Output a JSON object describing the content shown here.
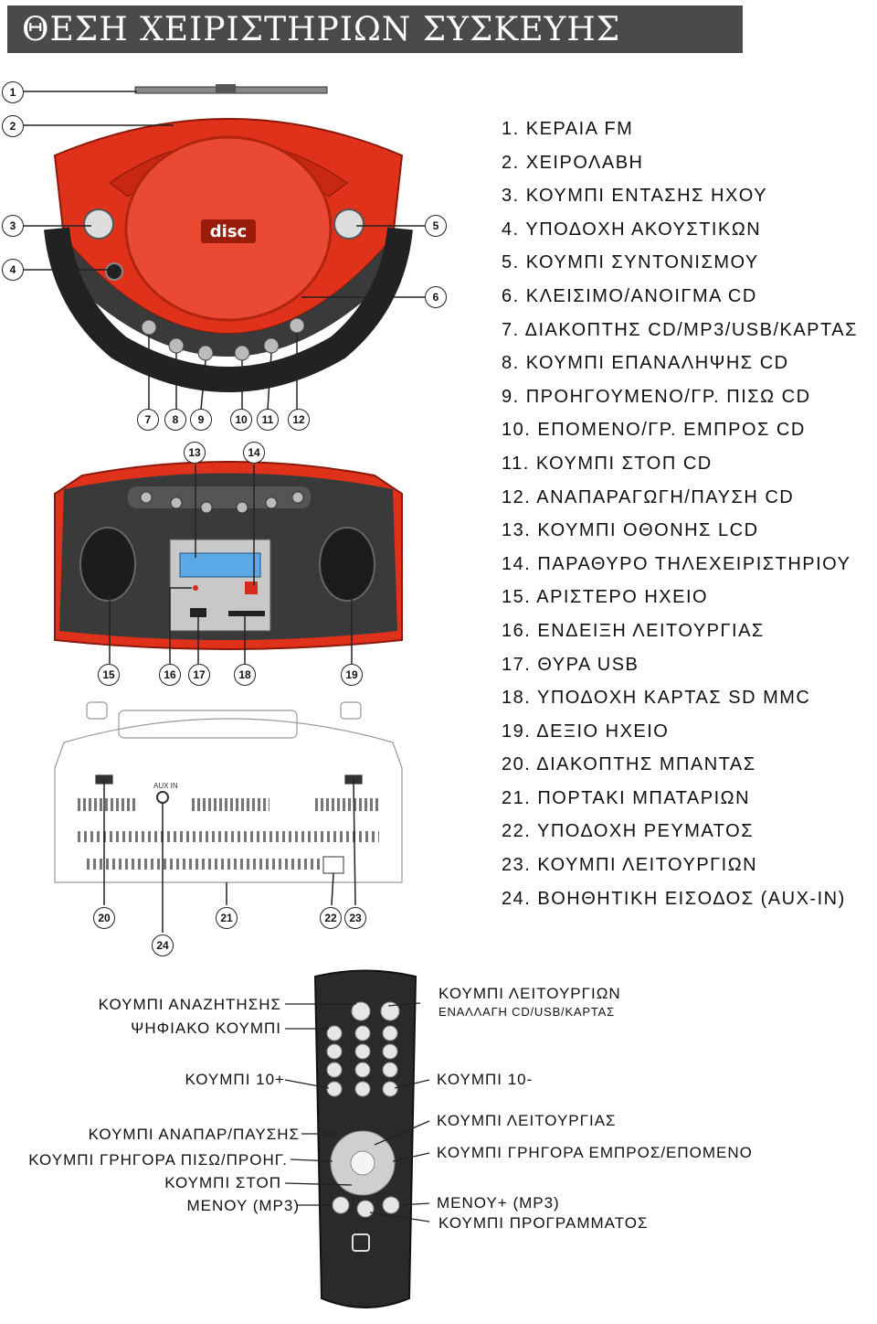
{
  "page": {
    "title": "ΘΕΣΗ ΧΕΙΡΙΣΤΗΡΙΩΝ ΣΥΣΚΕΥΗΣ"
  },
  "legend": [
    "1. ΚΕΡΑΙΑ FM",
    "2. ΧΕΙΡΟΛΑΒΗ",
    "3. ΚΟΥΜΠΙ ΕΝΤΑΣΗΣ ΗΧΟΥ",
    "4. ΥΠΟΔΟΧΗ ΑΚΟΥΣΤΙΚΩΝ",
    "5. ΚΟΥΜΠΙ ΣΥΝΤΟΝΙΣΜΟΥ",
    "6. ΚΛΕΙΣΙΜΟ/ΑΝΟΙΓΜΑ CD",
    "7. ΔΙΑΚΟΠΤΗΣ CD/MP3/USB/ΚΑΡΤΑΣ",
    "8. ΚΟΥΜΠΙ ΕΠΑΝΑΛΗΨΗΣ CD",
    "9. ΠΡΟΗΓΟΥΜΕΝΟ/ΓΡ. ΠΙΣΩ CD",
    "10. ΕΠΟΜΕΝΟ/ΓΡ. ΕΜΠΡΟΣ CD",
    "11. ΚΟΥΜΠΙ ΣΤΟΠ CD",
    "12. ΑΝΑΠΑΡΑΓΩΓΗ/ΠΑΥΣΗ CD",
    "13. ΚΟΥΜΠΙ ΟΘΟΝΗΣ LCD",
    "14. ΠΑΡΑΘΥΡΟ ΤΗΛΕΧΕΙΡΙΣΤΗΡΙΟΥ",
    "15. ΑΡΙΣΤΕΡΟ ΗΧΕΙΟ",
    "16. ΕΝΔΕΙΞΗ ΛΕΙΤΟΥΡΓΙΑΣ",
    "17. ΘΥΡΑ USB",
    "18. ΥΠΟΔΟΧΗ ΚΑΡΤΑΣ SD MMC",
    "19. ΔΕΞΙΟ ΗΧΕΙΟ",
    "20. ΔΙΑΚΟΠΤΗΣ ΜΠΑΝΤΑΣ",
    "21. ΠΟΡΤΑΚΙ ΜΠΑΤΑΡΙΩΝ",
    "22. ΥΠΟΔΟΧΗ ΡΕΥΜΑΤΟΣ",
    "23. ΚΟΥΜΠΙ ΛΕΙΤΟΥΡΓΙΩΝ",
    "24. ΒΟΗΘΗΤΙΚΗ ΕΙΣΟΔΟΣ (AUX-IN)"
  ],
  "callout_numbers": [
    "1",
    "2",
    "3",
    "4",
    "5",
    "6",
    "7",
    "8",
    "9",
    "10",
    "11",
    "12",
    "13",
    "14",
    "15",
    "16",
    "17",
    "18",
    "19",
    "20",
    "21",
    "22",
    "23",
    "24"
  ],
  "remote_labels": {
    "search": "ΚΟΥΜΠΙ ΑΝΑΖΗΤΗΣΗΣ",
    "digit": "ΨΗΦΙΑΚΟ ΚΟΥΜΠΙ",
    "plus10": "ΚΟΥΜΠΙ 10+",
    "play_pause": "ΚΟΥΜΠΙ ΑΝΑΠΑΡ/ΠΑΥΣΗΣ",
    "fast_back": "ΚΟΥΜΠΙ ΓΡΗΓΟΡΑ ΠΙΣΩ/ΠΡΟΗΓ.",
    "stop": "ΚΟΥΜΠΙ ΣΤΟΠ",
    "menu_minus": "ΜΕΝΟΥ (MP3)",
    "functions": "ΚΟΥΜΠΙ ΛΕΙΤΟΥΡΓΙΩΝ",
    "switch": "ΕΝΑΛΛΑΓΗ CD/USB/ΚΑΡΤΑΣ",
    "minus10": "ΚΟΥΜΠΙ 10-",
    "mode": "ΚΟΥΜΠΙ ΛΕΙΤΟΥΡΓΙΑΣ",
    "fast_forward": "ΚΟΥΜΠΙ ΓΡΗΓΟΡΑ ΕΜΠΡΟΣ/ΕΠΟΜΕΝΟ",
    "menu_plus": "ΜΕΝΟΥ+ (MP3)",
    "program": "ΚΟΥΜΠΙ ΠΡΟΓΡΑΜΜΑΤΟΣ"
  },
  "device_markings": {
    "aux_in": "AUX IN",
    "disc_logo": "disc"
  },
  "colors": {
    "title_bg": "#4a4a4a",
    "device_red": "#e0311b",
    "device_dark": "#3a3a3a",
    "lcd_blue": "#5aa8e6",
    "remote_body": "#2a2a2a"
  }
}
